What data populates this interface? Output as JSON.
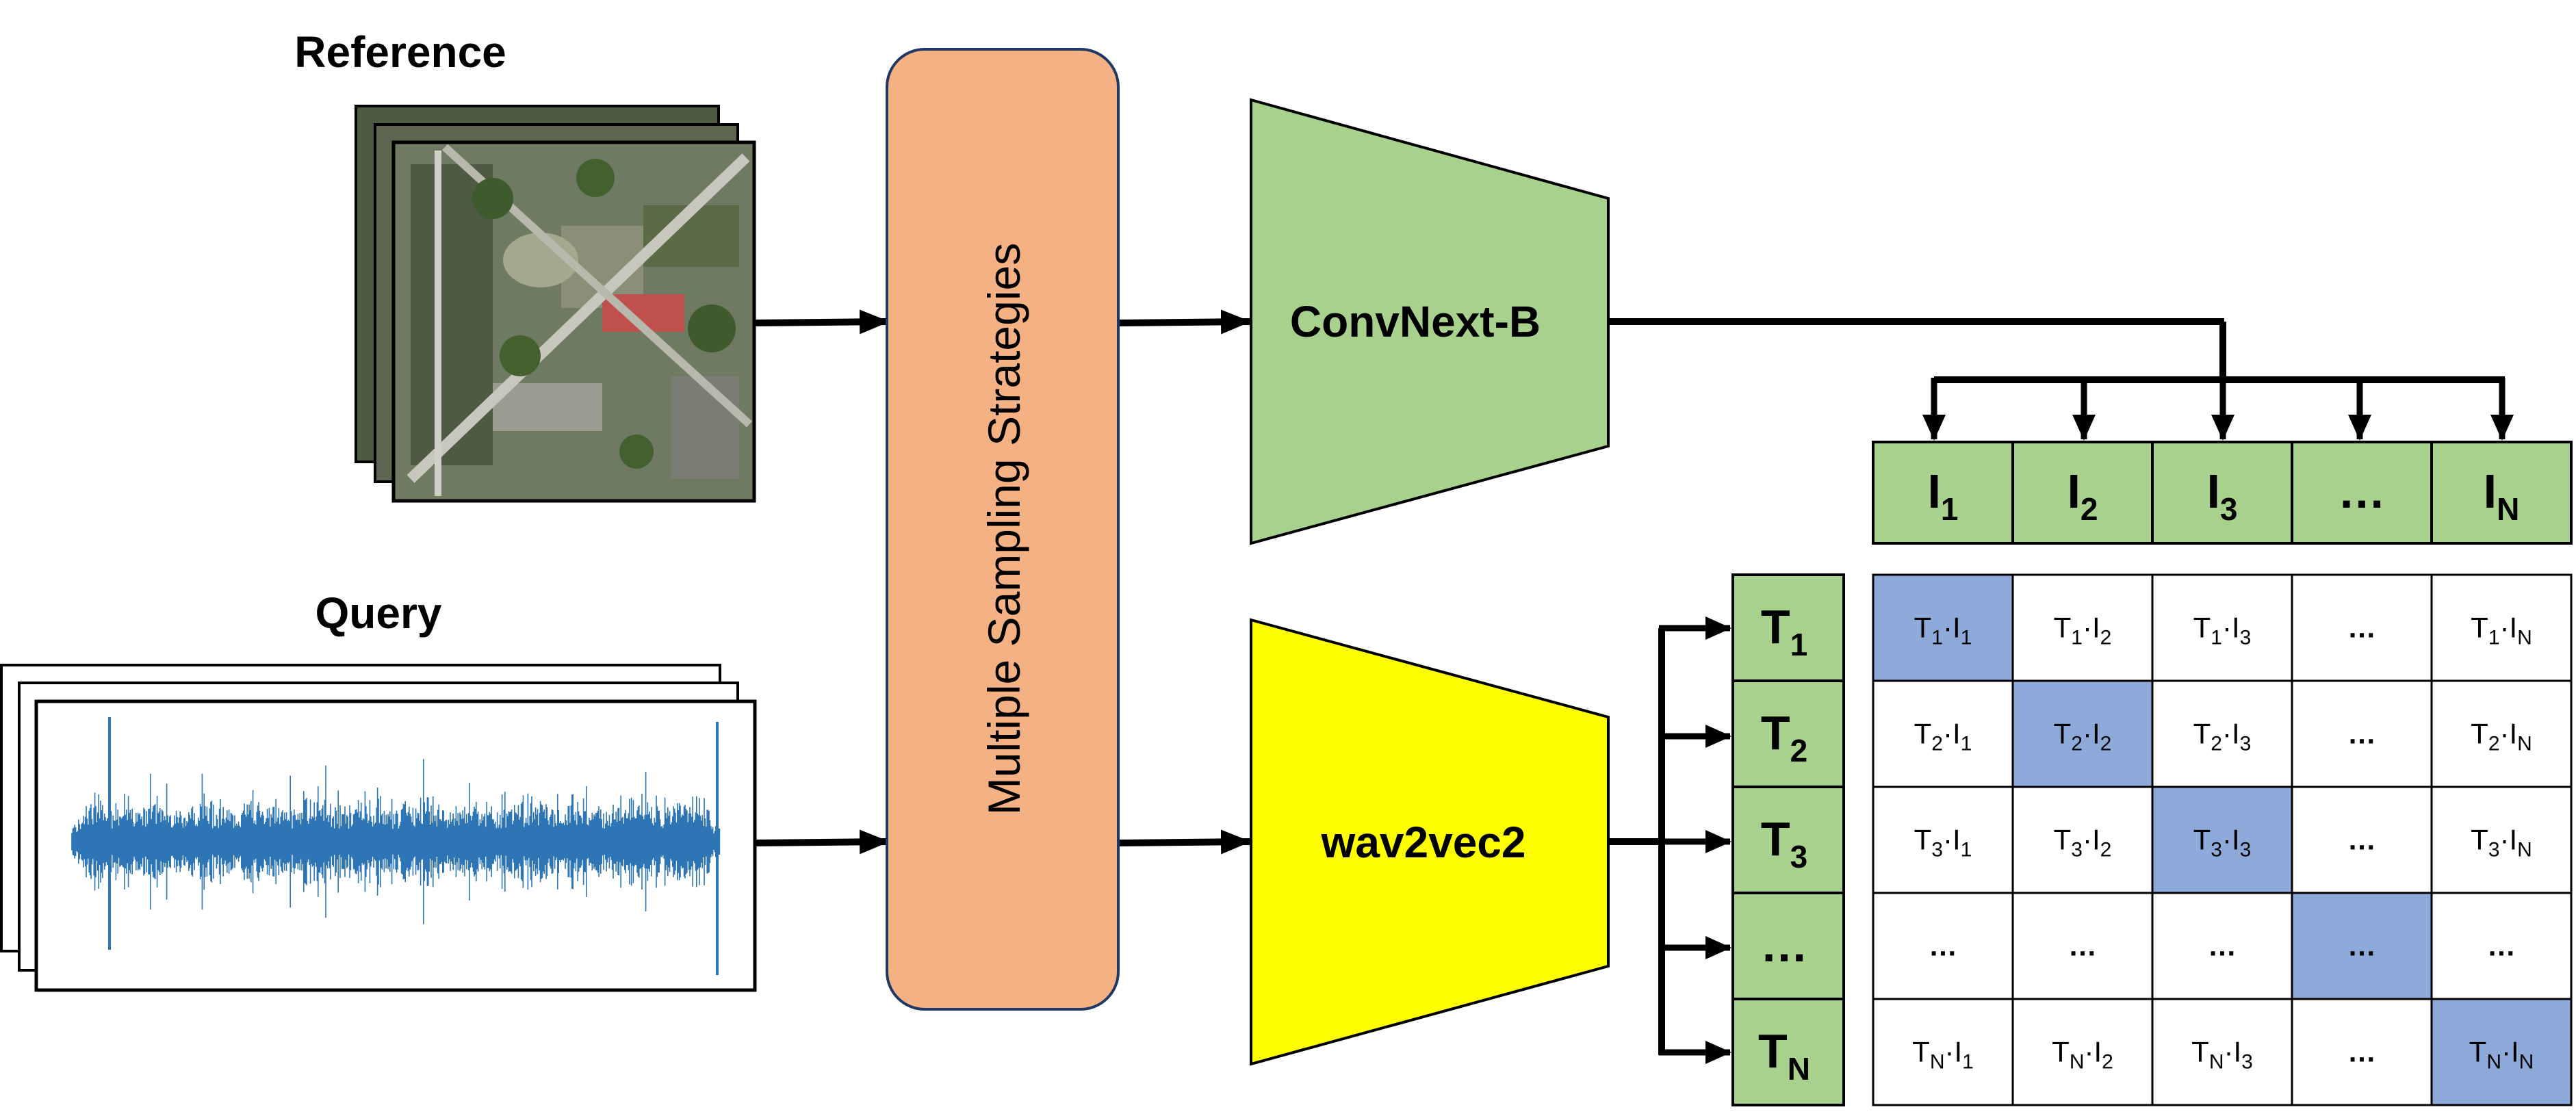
{
  "labels": {
    "reference": "Reference",
    "query": "Query",
    "sampling": "Multiple Sampling Strategies",
    "image_encoder": "ConvNext-B",
    "audio_encoder": "wav2vec2"
  },
  "image_embeddings": [
    {
      "base": "I",
      "sub": "1"
    },
    {
      "base": "I",
      "sub": "2"
    },
    {
      "base": "I",
      "sub": "3"
    },
    {
      "base": "…",
      "sub": ""
    },
    {
      "base": "I",
      "sub": "N"
    }
  ],
  "audio_embeddings": [
    {
      "base": "T",
      "sub": "1"
    },
    {
      "base": "T",
      "sub": "2"
    },
    {
      "base": "T",
      "sub": "3"
    },
    {
      "base": "…",
      "sub": ""
    },
    {
      "base": "T",
      "sub": "N"
    }
  ],
  "matrix": {
    "ellipsis": "…",
    "dot": "·",
    "highlight_color": "#8eaadb"
  },
  "colors": {
    "sampling_box": "#f4b183",
    "image_encoder": "#a9d18e",
    "audio_encoder": "#ffff00",
    "embedding_cell": "#a9d18e",
    "waveform": "#2e75b6"
  }
}
